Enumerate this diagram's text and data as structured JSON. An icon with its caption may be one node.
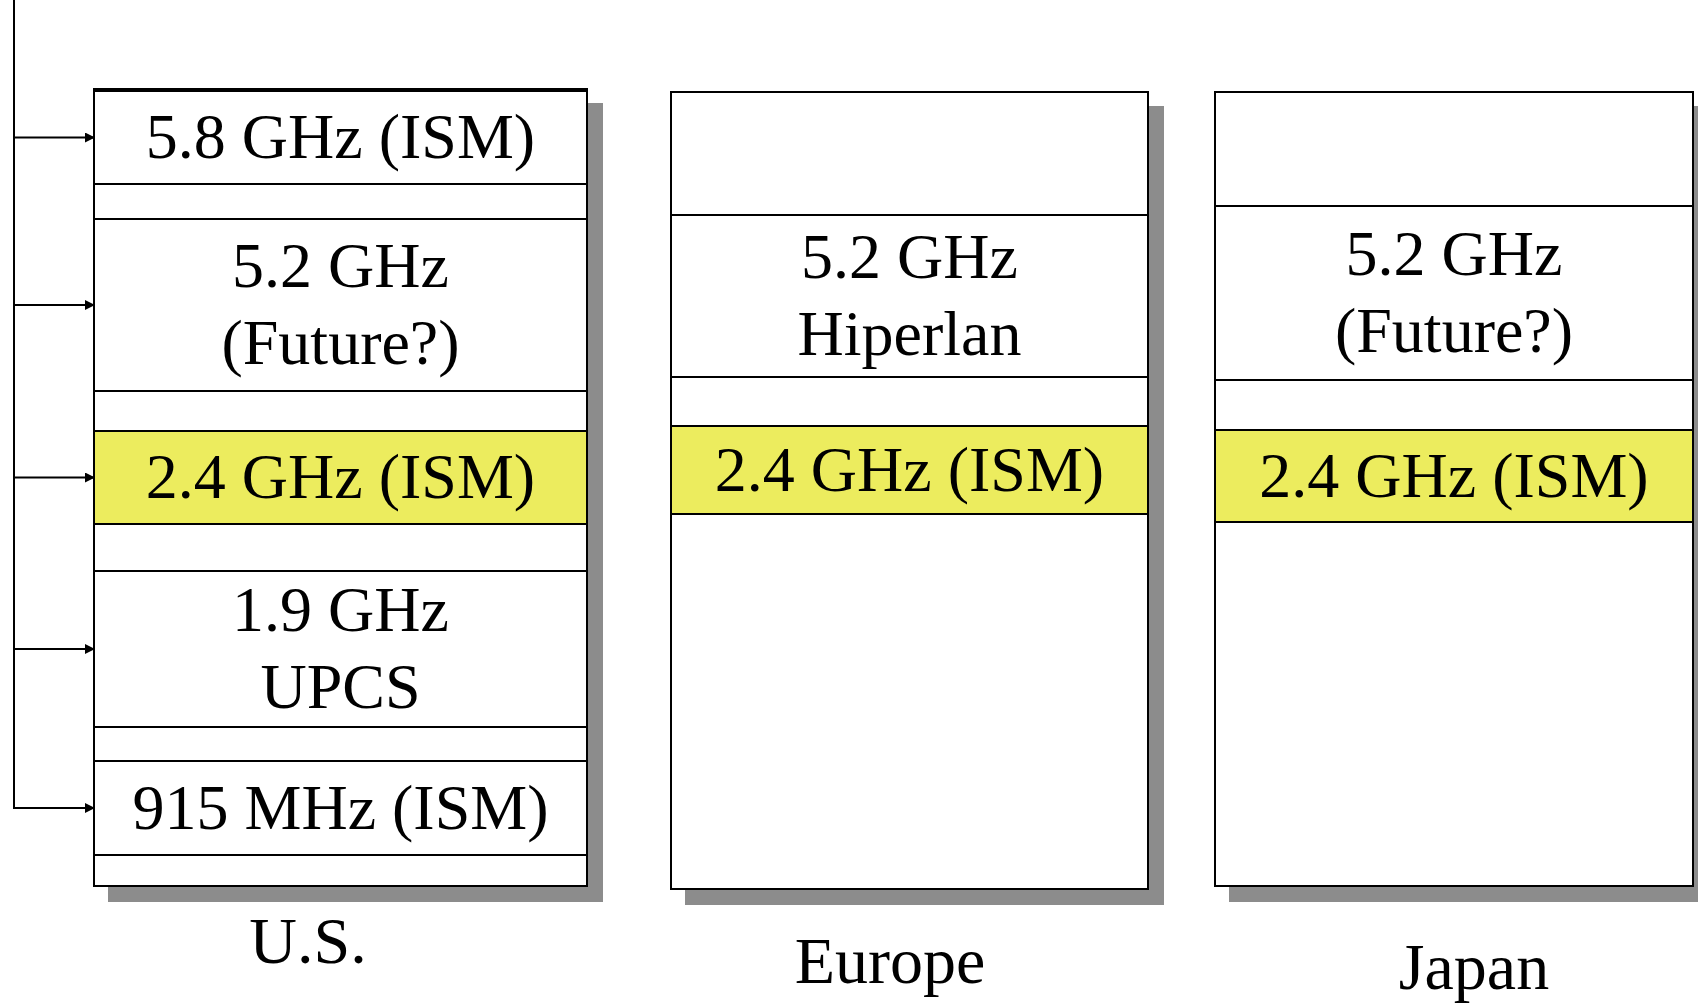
{
  "diagram": {
    "nodes": [
      {
        "text": [
          "U.S."
        ]
      },
      {
        "text": [
          "5.8 GHz (ISM)"
        ],
        "in": 0
      },
      {
        "text": [
          "5.2 GHz (Future?)"
        ],
        "in": 0
      },
      {
        "text": [
          "2.4 GHz (ISM)"
        ],
        "in": 0
      },
      {
        "text": [
          "1.9 GHz UPCS"
        ],
        "in": 0
      },
      {
        "text": [
          "915 MHz (ISM)"
        ],
        "in": 0
      },
      {
        "text": [
          "Europe"
        ]
      },
      {
        "text": [
          "5.2 GHz Hiperlan"
        ],
        "in": 6
      },
      {
        "text": [
          "2.4 GHz (ISM)"
        ],
        "in": 6
      },
      {
        "text": [
          "Japan"
        ]
      },
      {
        "text": [
          "5.2 GHz (Future?)"
        ],
        "in": 9
      },
      {
        "text": [
          "2.4 GHz (ISM)"
        ],
        "in": 9
      }
    ],
    "edges": [
      {
        "from": null,
        "to": 1,
        "arrow": "to"
      },
      {
        "from": null,
        "to": 2,
        "arrow": "to"
      },
      {
        "from": null,
        "to": 3,
        "arrow": "to"
      },
      {
        "from": null,
        "to": 4,
        "arrow": "to"
      },
      {
        "from": null,
        "to": 5,
        "arrow": "to"
      }
    ]
  }
}
